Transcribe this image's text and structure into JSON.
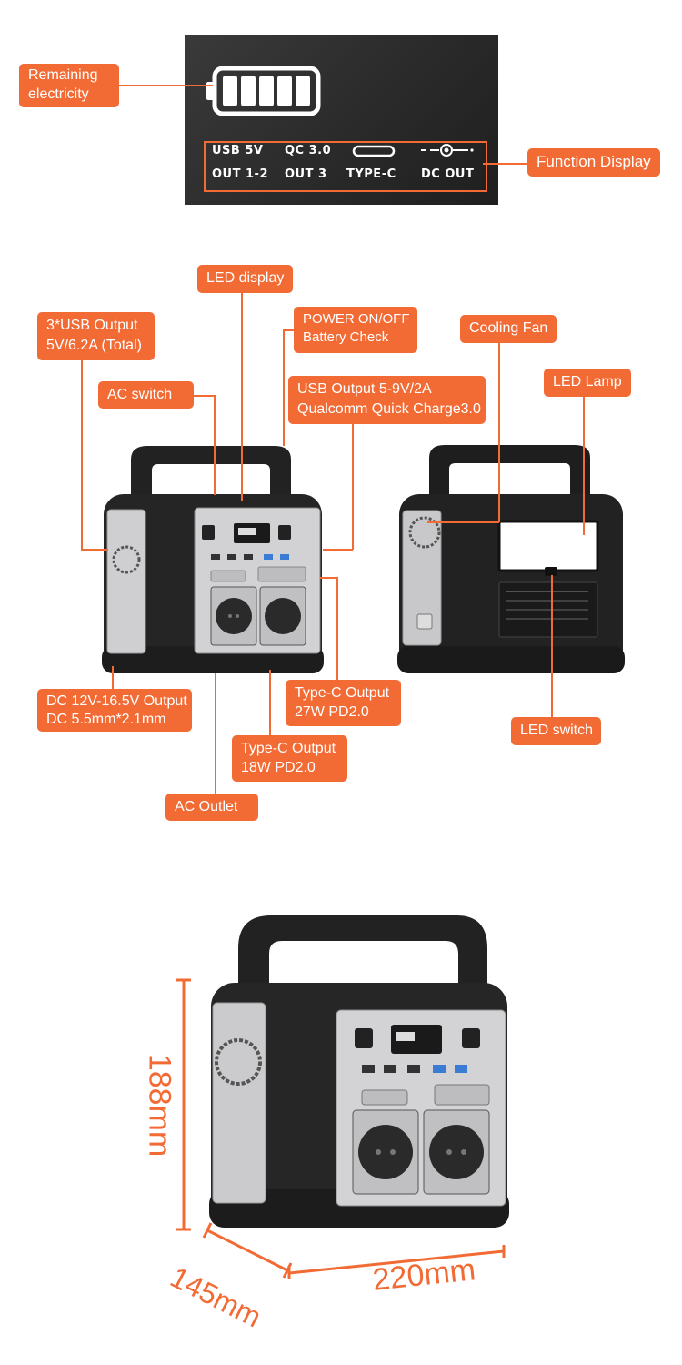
{
  "display_panel": {
    "remaining_label": [
      "Remaining",
      "electricity"
    ],
    "function_display_label": "Function Display",
    "row1": [
      "USB 5V",
      "QC 3.0",
      "",
      ""
    ],
    "row2": [
      "OUT 1-2",
      "OUT 3",
      "TYPE-C",
      "DC OUT"
    ]
  },
  "callouts": {
    "led_display": "LED display",
    "usb3": [
      "3*USB Output",
      "5V/6.2A (Total)"
    ],
    "power": [
      "POWER ON/OFF",
      "Battery Check"
    ],
    "ac_switch": "AC switch",
    "usb_qc": [
      "USB Output 5-9V/2A",
      "Qualcomm Quick Charge3.0"
    ],
    "cooling_fan": "Cooling Fan",
    "led_lamp": "LED Lamp",
    "dc_output": [
      "DC 12V-16.5V Output",
      "DC 5.5mm*2.1mm"
    ],
    "typec_27": [
      "Type-C Output",
      "27W PD2.0"
    ],
    "typec_18": [
      "Type-C Output",
      "18W PD2.0"
    ],
    "ac_outlet": "AC Outlet",
    "led_switch": "LED switch"
  },
  "dimensions": {
    "height": "188mm",
    "depth": "145mm",
    "width": "220mm"
  },
  "colors": {
    "accent": "#f26b35",
    "body": "#2b2b2b",
    "panel": "#c9c9cb"
  },
  "icons": [
    "battery-icon",
    "typec-port-icon",
    "dc-plug-icon",
    "fan-grille-icon",
    "ac-socket-icon"
  ]
}
